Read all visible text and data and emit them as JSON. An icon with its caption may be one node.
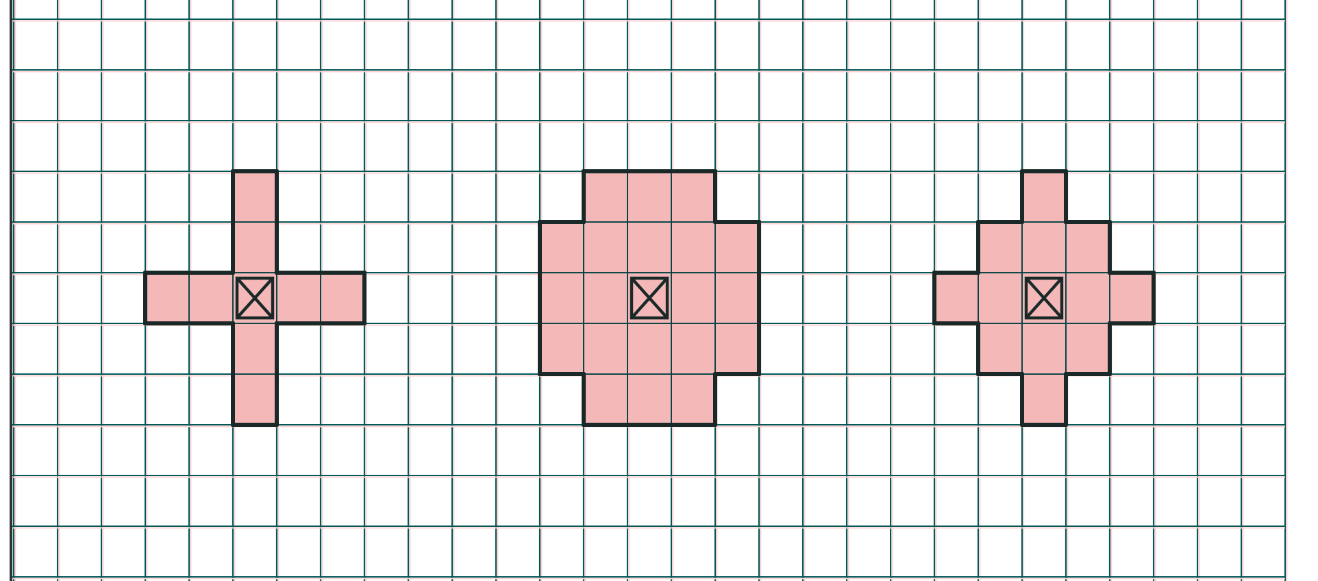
{
  "diagram": {
    "nodes": [
      {
        "text": [],
        "shape": "cross"
      },
      {
        "text": [],
        "shape": "box"
      },
      {
        "text": [],
        "shape": "box"
      }
    ]
  }
}
